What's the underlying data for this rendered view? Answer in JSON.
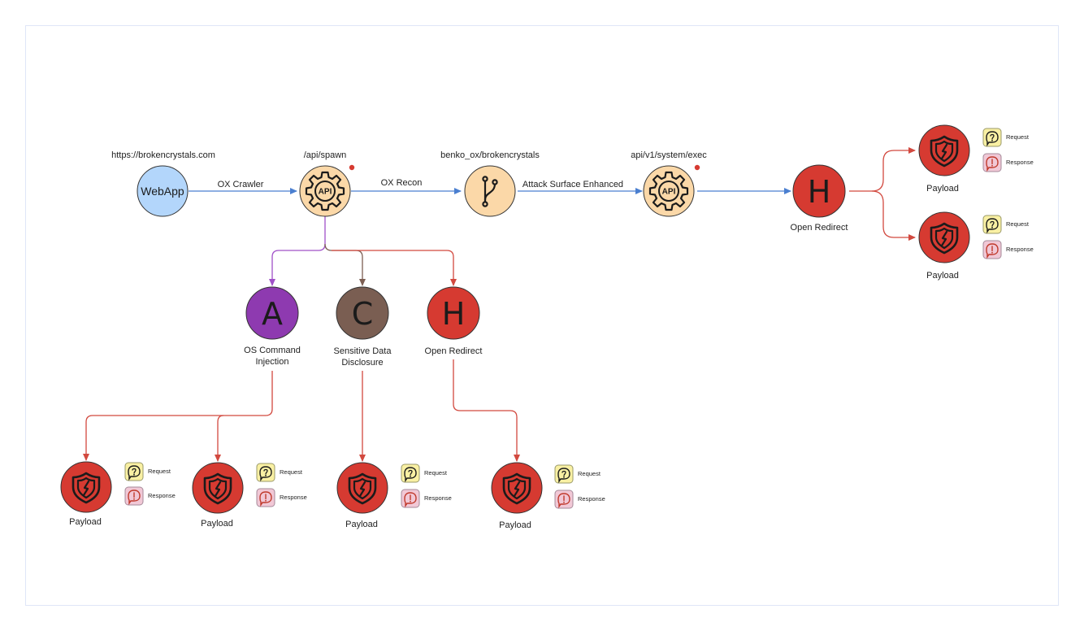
{
  "nodes": {
    "webapp": {
      "name": "WebApp",
      "url": "https://brokencrystals.com"
    },
    "api_spawn": {
      "title": "/api/spawn",
      "icon": "api-gear-icon",
      "badge": "API"
    },
    "repo": {
      "title": "benko_ox/brokencrystals",
      "icon": "git-branch-icon"
    },
    "api_exec": {
      "title": "api/v1/system/exec",
      "icon": "api-gear-icon",
      "badge": "API"
    },
    "vuln_h_top": {
      "letter": "H",
      "label": "Open Redirect"
    },
    "vuln_a": {
      "letter": "A",
      "label_line1": "OS Command",
      "label_line2": "Injection"
    },
    "vuln_c": {
      "letter": "C",
      "label_line1": "Sensitive Data",
      "label_line2": "Disclosure"
    },
    "vuln_h": {
      "letter": "H",
      "label": "Open Redirect"
    }
  },
  "edges": {
    "crawler": "OX Crawler",
    "recon": "OX Recon",
    "surface": "Attack Surface Enhanced"
  },
  "payload_label": "Payload",
  "request_label": "Request",
  "response_label": "Response",
  "colors": {
    "webapp": "#b3d6fb",
    "api": "#fbd8a8",
    "grade_a": "#8e3ab0",
    "grade_c": "#7a5e52",
    "grade_h": "#d63a31",
    "payload": "#d63a31",
    "line_blue": "#4a7fd0",
    "line_red": "#d2493f",
    "line_purple": "#a050c8",
    "line_brown": "#7c5e52",
    "request_badge": "#f9f0a3",
    "response_badge": "#f1c8d6",
    "status_dot": "#d63a31"
  }
}
